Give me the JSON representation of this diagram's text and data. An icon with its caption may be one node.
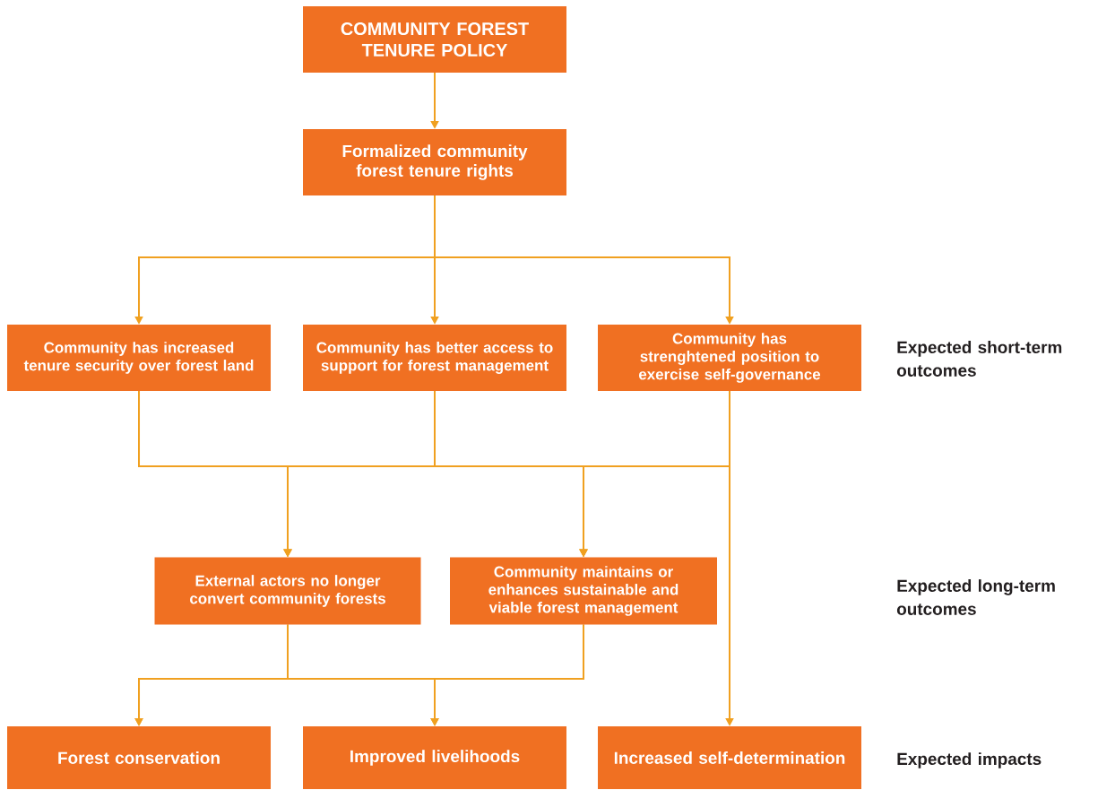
{
  "diagram": {
    "nodes": [
      {
        "text": [
          "COMMUNITY FOREST TENURE POLICY"
        ]
      },
      {
        "text": [
          "Formalized community forest tenure rights"
        ]
      },
      {
        "text": [
          "Community has increased tenure security over forest land"
        ]
      },
      {
        "text": [
          "Community has better access to support for forest management"
        ]
      },
      {
        "text": [
          "Community has strenghtened position to exercise self-governance"
        ]
      },
      {
        "text": [
          "External actors no longer convert community forests"
        ]
      },
      {
        "text": [
          "Community maintains or enhances sustainable and viable forest management"
        ]
      },
      {
        "text": [
          "Forest conservation"
        ]
      },
      {
        "text": [
          "Improved livelihoods"
        ]
      },
      {
        "text": [
          "Increased self-determination"
        ]
      }
    ],
    "edges": [
      {
        "from": 0,
        "to": 1,
        "arrow": "to"
      },
      {
        "from": 1,
        "to": 2,
        "arrow": "to"
      },
      {
        "from": 1,
        "to": 3,
        "arrow": "to"
      },
      {
        "from": 1,
        "to": 4,
        "arrow": "to"
      },
      {
        "from": 2,
        "to": 5,
        "arrow": "to"
      },
      {
        "from": 2,
        "to": 6,
        "arrow": "to"
      },
      {
        "from": 3,
        "to": 5,
        "arrow": "to"
      },
      {
        "from": 3,
        "to": 6,
        "arrow": "to"
      },
      {
        "from": 4,
        "to": 5,
        "arrow": "to"
      },
      {
        "from": 4,
        "to": 6,
        "arrow": "to"
      },
      {
        "from": 4,
        "to": 9,
        "arrow": "to"
      },
      {
        "from": 5,
        "to": 7,
        "arrow": "to"
      },
      {
        "from": 5,
        "to": 8,
        "arrow": "to"
      },
      {
        "from": 6,
        "to": 7,
        "arrow": "to"
      },
      {
        "from": 6,
        "to": 8,
        "arrow": "to"
      }
    ],
    "labels": [
      "Expected short-term outcomes",
      "Expected long-term outcomes",
      "Expected impacts"
    ]
  }
}
